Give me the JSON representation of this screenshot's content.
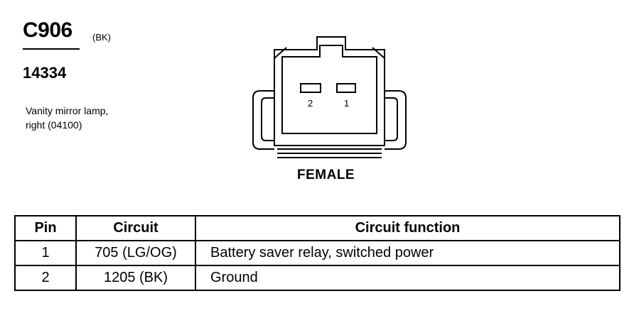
{
  "connector": {
    "id": "C906",
    "color": "(BK)",
    "part_number": "14334",
    "description_line1": "Vanity mirror lamp,",
    "description_line2": "right (04100)",
    "gender": "FEMALE",
    "pin_labels": [
      "2",
      "1"
    ]
  },
  "table": {
    "headers": [
      "Pin",
      "Circuit",
      "Circuit function"
    ],
    "rows": [
      [
        "1",
        "705 (LG/OG)",
        "Battery saver relay, switched power"
      ],
      [
        "2",
        "1205 (BK)",
        "Ground"
      ]
    ]
  }
}
